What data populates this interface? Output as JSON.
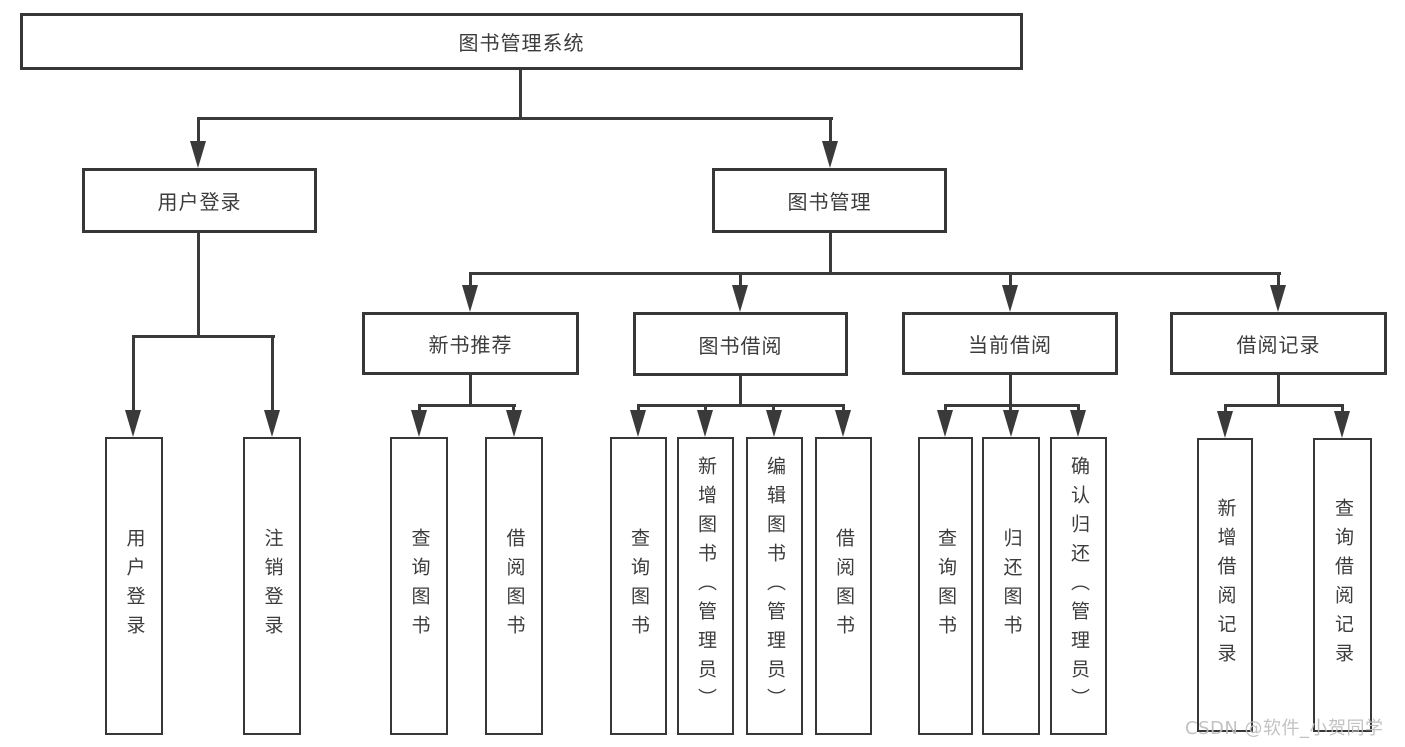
{
  "diagram": {
    "type": "tree-structure-chart",
    "colors": {
      "line": "#3a3a3a",
      "border": "#373737",
      "text": "#3c3c3c",
      "box_bg": "#ffffff",
      "watermark": "#bdbdbd",
      "page_bg": "#ffffff"
    },
    "structure": {
      "root": "图书管理系统",
      "children": [
        {
          "label": "用户登录",
          "children": [
            {
              "label": "用户登录"
            },
            {
              "label": "注销登录"
            }
          ]
        },
        {
          "label": "图书管理",
          "children": [
            {
              "label": "新书推荐",
              "children": [
                {
                  "label": "查询图书"
                },
                {
                  "label": "借阅图书"
                }
              ]
            },
            {
              "label": "图书借阅",
              "children": [
                {
                  "label": "查询图书"
                },
                {
                  "label": "新增图书（管理员）"
                },
                {
                  "label": "编辑图书（管理员）"
                },
                {
                  "label": "借阅图书"
                }
              ]
            },
            {
              "label": "当前借阅",
              "children": [
                {
                  "label": "查询图书"
                },
                {
                  "label": "归还图书"
                },
                {
                  "label": "确认归还（管理员）"
                }
              ]
            },
            {
              "label": "借阅记录",
              "children": [
                {
                  "label": "新增借阅记录"
                },
                {
                  "label": "查询借阅记录"
                }
              ]
            }
          ]
        }
      ]
    }
  },
  "nodes": {
    "root": "图书管理系统",
    "user_login": "用户登录",
    "book_mgmt": "图书管理",
    "login": "用户登录",
    "logout": "注销登录",
    "new_books": "新书推荐",
    "borrow": "图书借阅",
    "current": "当前借阅",
    "records": "借阅记录",
    "nb_query": "查询图书",
    "nb_borrow": "借阅图书",
    "bw_query": "查询图书",
    "bw_add": "新增图书（管理员）",
    "bw_edit": "编辑图书（管理员）",
    "bw_borrow": "借阅图书",
    "cur_query": "查询图书",
    "cur_return": "归还图书",
    "cur_confirm": "确认归还（管理员）",
    "rec_add": "新增借阅记录",
    "rec_query": "查询借阅记录"
  },
  "watermark": {
    "text": "CSDN @软件_小贺同学"
  }
}
